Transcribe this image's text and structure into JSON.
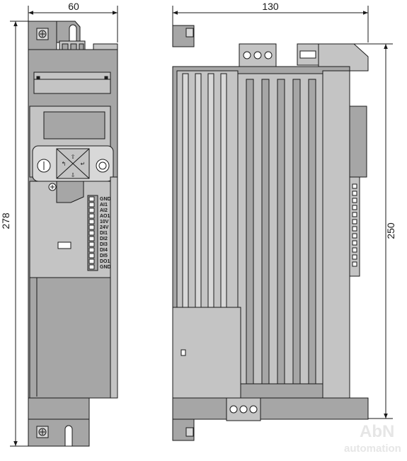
{
  "dimensions": {
    "front_width": "60",
    "side_depth": "130",
    "overall_height": "278",
    "mounting_height": "250"
  },
  "terminal_labels": [
    "GND",
    "AI1",
    "AI2",
    "AO1",
    "10V",
    "24V",
    "DI1",
    "DI2",
    "DI3",
    "DI4",
    "DI5",
    "DO1",
    "GND"
  ],
  "watermark": {
    "line1": "AbN",
    "line2": "automation"
  },
  "colors": {
    "body": "#a6a6a6",
    "body_light": "#c4c4c4",
    "body_lighter": "#d8d8d8",
    "dark": "#3a3a3a",
    "line": "#1a1a1a"
  }
}
